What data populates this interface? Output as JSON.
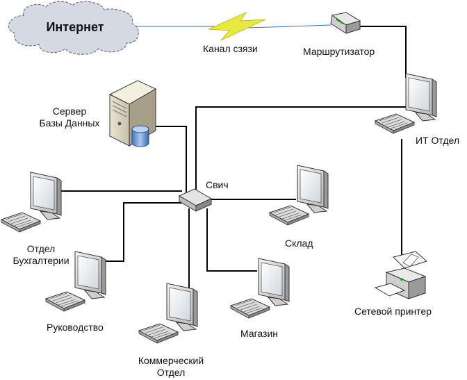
{
  "internet": {
    "label": "Интернет"
  },
  "channel": {
    "label": "Канал сзязи"
  },
  "router": {
    "label": "Маршрутизатор"
  },
  "server": {
    "label_line1": "Сервер",
    "label_line2": "Базы Данных"
  },
  "switch": {
    "label": "Свич"
  },
  "it_dept": {
    "label": "ИТ Отдел"
  },
  "accounting": {
    "label_line1": "Отдел",
    "label_line2": "Бухгалтерии"
  },
  "warehouse": {
    "label": "Склад"
  },
  "management": {
    "label": "Руководство"
  },
  "shop": {
    "label": "Магазин"
  },
  "commercial": {
    "label_line1": "Коммерческий",
    "label_line2": "Отдел"
  },
  "printer": {
    "label": "Сетевой принтер"
  },
  "colors": {
    "cloud": "#d4d9e4",
    "lightning": "#e8e840",
    "line": "#000000",
    "device": "#e6e6e6",
    "screen": "#ffffff",
    "db": "#6fa0d8"
  }
}
